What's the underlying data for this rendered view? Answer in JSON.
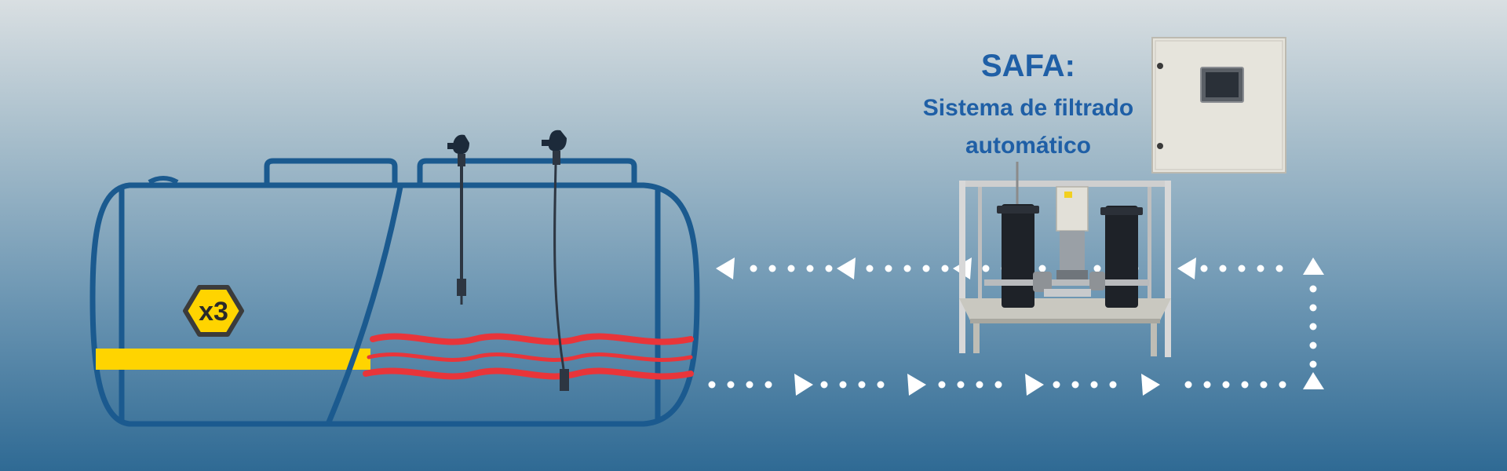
{
  "title": {
    "main": "SAFA:",
    "line1": "Sistema de filtrado",
    "line2": "automático"
  },
  "tank": {
    "badge": "x3",
    "icon": "hexagon-badge-icon"
  },
  "colors": {
    "tank_outline": "#1b5a8f",
    "fuel_layer": "#ffd400",
    "water_layer": "#e8353a",
    "flow_arrows": "#ffffff",
    "heading": "#1f5fa6"
  },
  "equipment": {
    "control_panel_icon": "control-cabinet-icon",
    "filter_unit_icon": "filter-skid-icon",
    "level_probe_icons": [
      "level-probe-icon",
      "level-probe-icon"
    ]
  },
  "flow": {
    "suction": "tank-to-filter",
    "return": "filter-to-tank"
  }
}
